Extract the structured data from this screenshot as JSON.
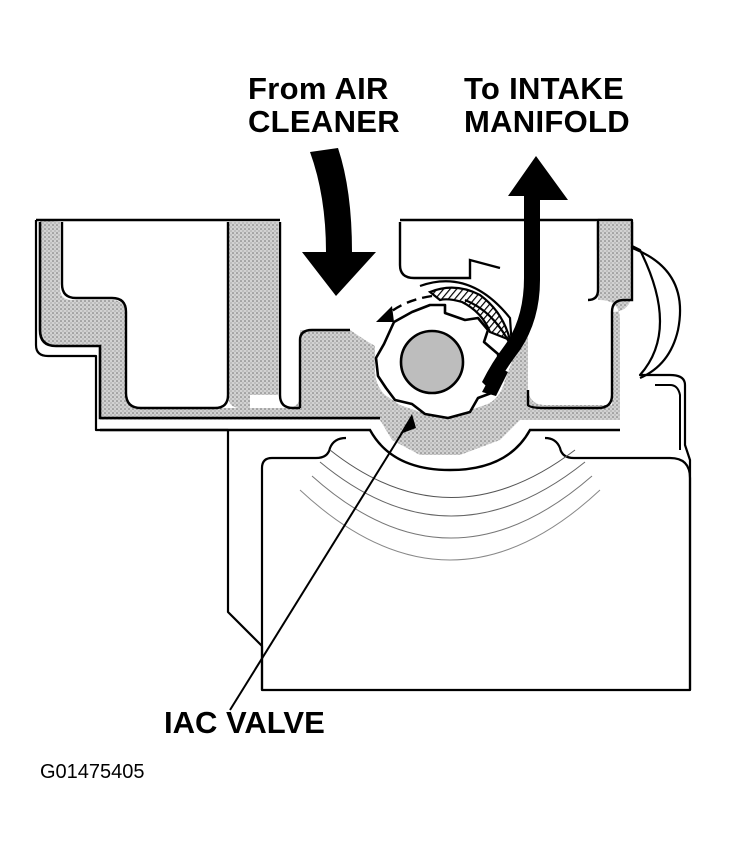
{
  "labels": {
    "from_air_cleaner": [
      "From AIR",
      "CLEANER"
    ],
    "to_intake_manifold": [
      "To INTAKE",
      "MANIFOLD"
    ],
    "iac_valve": "IAC VALVE",
    "figure_code": "G01475405"
  },
  "colors": {
    "ink": "#000000",
    "paper": "#ffffff",
    "section_fill": "#bdbdbd"
  }
}
